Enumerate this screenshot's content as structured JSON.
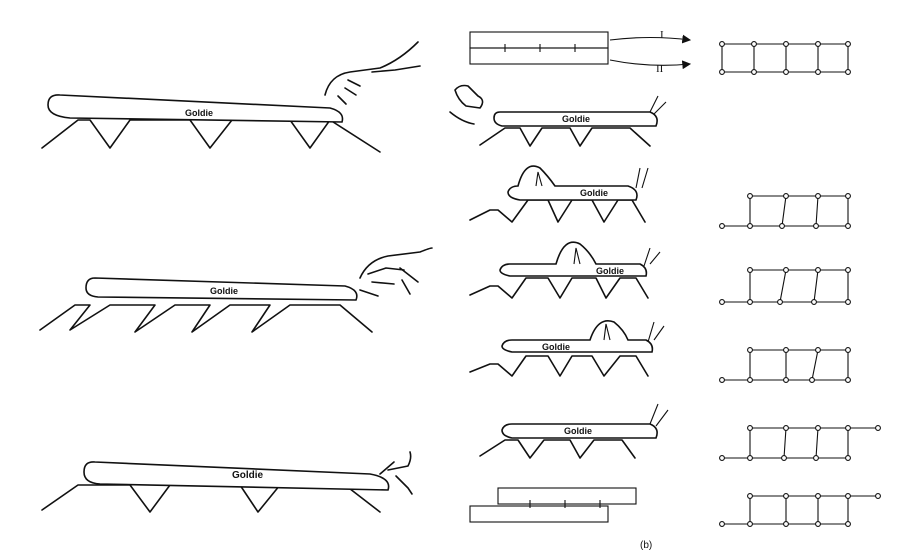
{
  "figure": {
    "worm_label": "Goldie",
    "plane_labels": [
      "I",
      "II"
    ],
    "panel_label": "(b)"
  }
}
